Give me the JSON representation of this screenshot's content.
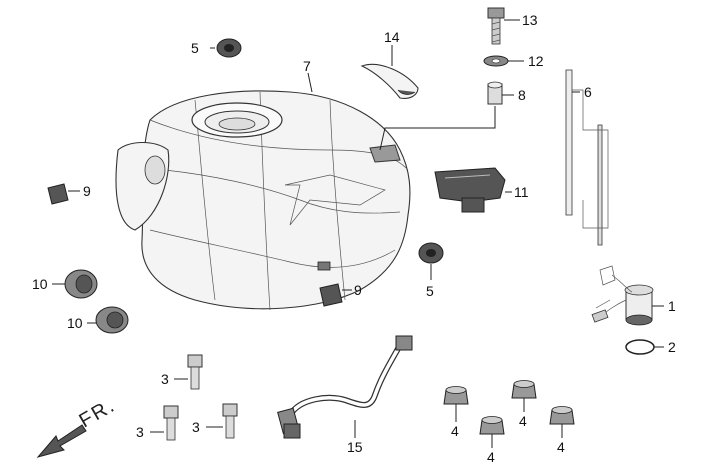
{
  "direction_label": "FR.",
  "callouts": [
    {
      "id": "c13",
      "text": "13"
    },
    {
      "id": "c12",
      "text": "12"
    },
    {
      "id": "c14",
      "text": "14"
    },
    {
      "id": "c5a",
      "text": "5"
    },
    {
      "id": "c7",
      "text": "7"
    },
    {
      "id": "c8",
      "text": "8"
    },
    {
      "id": "c6",
      "text": "6"
    },
    {
      "id": "c9a",
      "text": "9"
    },
    {
      "id": "c11",
      "text": "11"
    },
    {
      "id": "c5b",
      "text": "5"
    },
    {
      "id": "c9b",
      "text": "9"
    },
    {
      "id": "c10a",
      "text": "10"
    },
    {
      "id": "c10b",
      "text": "10"
    },
    {
      "id": "c1",
      "text": "1"
    },
    {
      "id": "c2",
      "text": "2"
    },
    {
      "id": "c3a",
      "text": "3"
    },
    {
      "id": "c3b",
      "text": "3"
    },
    {
      "id": "c3c",
      "text": "3"
    },
    {
      "id": "c15",
      "text": "15"
    },
    {
      "id": "c4a",
      "text": "4"
    },
    {
      "id": "c4b",
      "text": "4"
    },
    {
      "id": "c4c",
      "text": "4"
    },
    {
      "id": "c4d",
      "text": "4"
    }
  ]
}
